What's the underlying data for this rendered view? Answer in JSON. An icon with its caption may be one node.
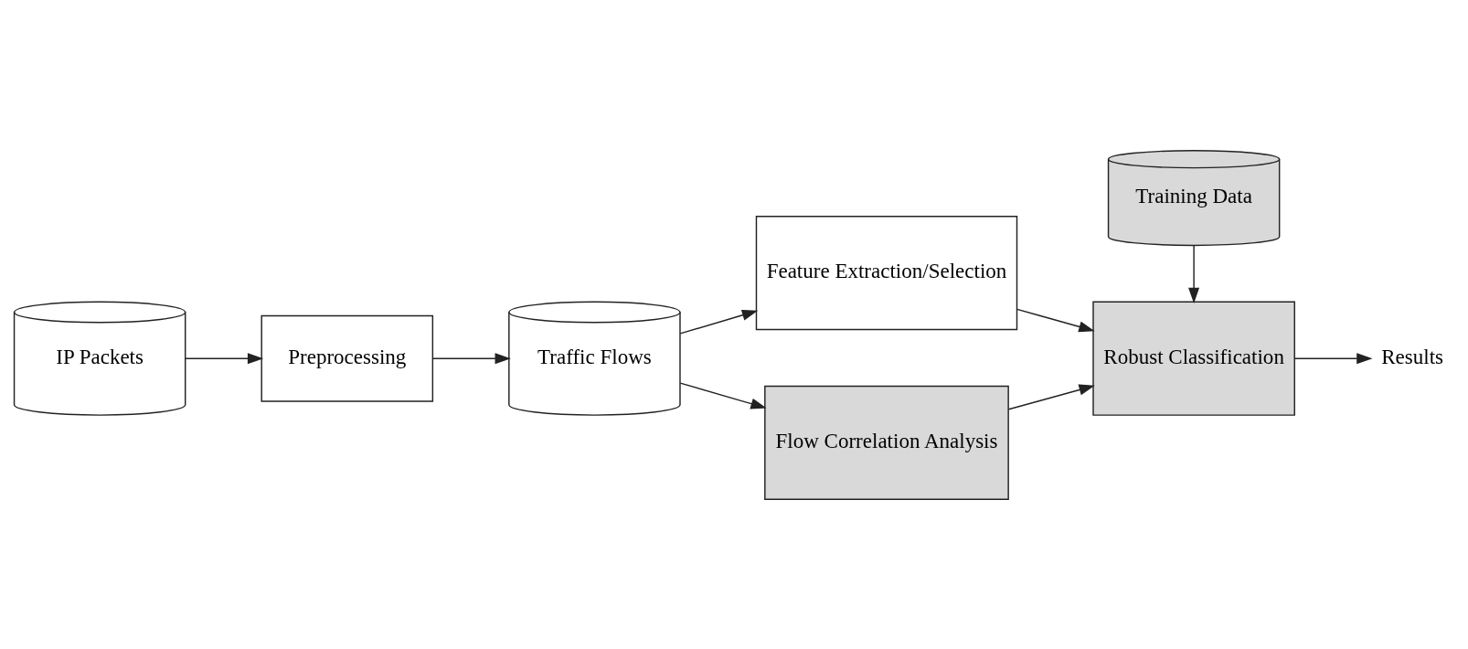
{
  "diagram": {
    "nodes": [
      {
        "text": [
          "IP Packets"
        ]
      },
      {
        "text": [
          "Preprocessing"
        ]
      },
      {
        "text": [
          "Traffic Flows"
        ]
      },
      {
        "text": [
          "Feature Extraction/Selection"
        ]
      },
      {
        "text": [
          "Training Data"
        ]
      },
      {
        "text": [
          "Robust Classification"
        ]
      },
      {
        "text": [
          "Results"
        ]
      },
      {
        "text": [
          "Flow Correlation Analysis"
        ]
      }
    ],
    "edges": [
      {
        "from": 0,
        "to": 1,
        "arrow": "to"
      },
      {
        "from": 1,
        "to": 2,
        "arrow": "to"
      },
      {
        "from": 2,
        "to": 3,
        "arrow": "to"
      },
      {
        "from": 3,
        "to": 5,
        "arrow": "to"
      },
      {
        "from": 4,
        "to": 5,
        "arrow": "to"
      },
      {
        "from": 5,
        "to": 6,
        "arrow": "to"
      },
      {
        "from": 2,
        "to": 7,
        "arrow": "to"
      },
      {
        "from": 7,
        "to": 5,
        "arrow": "to"
      }
    ]
  }
}
